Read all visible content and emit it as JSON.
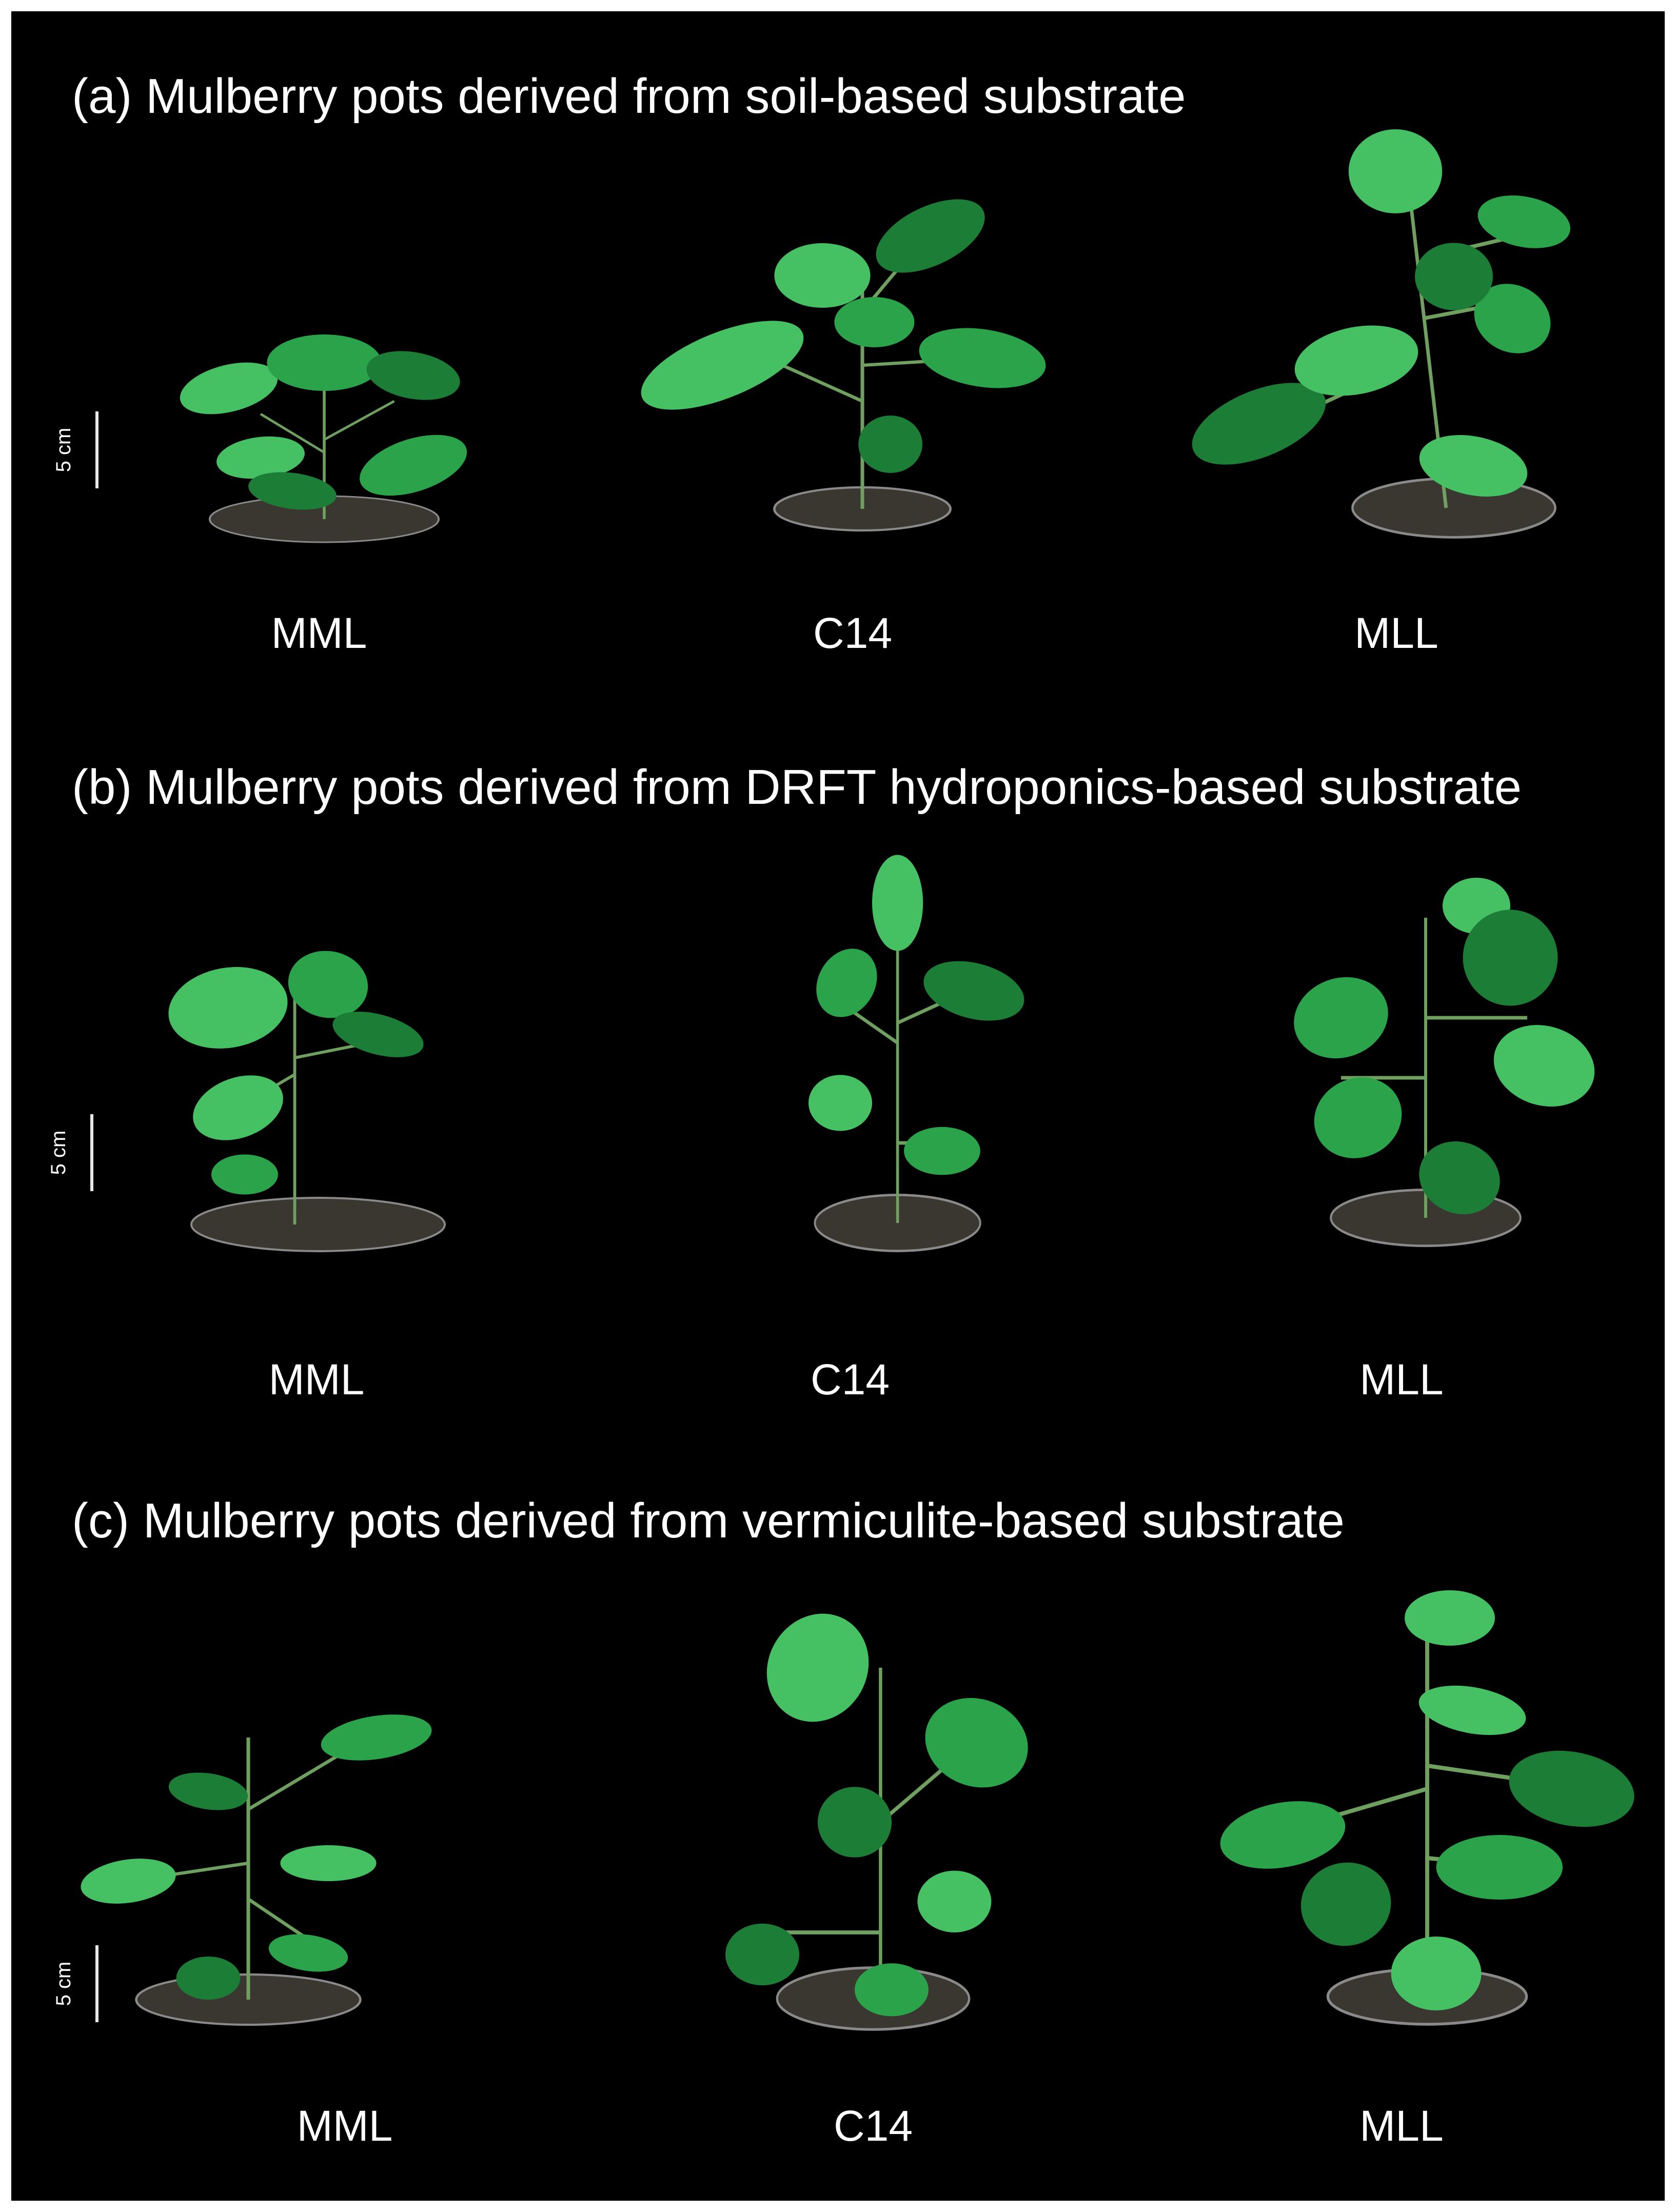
{
  "panels": [
    {
      "letter": "a",
      "title": "Mulberry pots derived from soil-based substrate",
      "scale": "5 cm",
      "labels": [
        "MML",
        "C14",
        "MLL"
      ]
    },
    {
      "letter": "b",
      "title": "Mulberry pots derived from DRFT hydroponics-based substrate",
      "scale": "5 cm",
      "labels": [
        "MML",
        "C14",
        "MLL"
      ]
    },
    {
      "letter": "c",
      "title": "Mulberry pots derived from vermiculite-based substrate",
      "scale": "5 cm",
      "labels": [
        "MML",
        "C14",
        "MLL"
      ]
    }
  ],
  "colors": {
    "background": "#000000",
    "text": "#ffffff",
    "leaf": "#2aa34a",
    "leaf_dark": "#1c7d36",
    "leaf_light": "#45c063",
    "pot_rim": "#8a8a8a",
    "soil": "#3a3630"
  }
}
